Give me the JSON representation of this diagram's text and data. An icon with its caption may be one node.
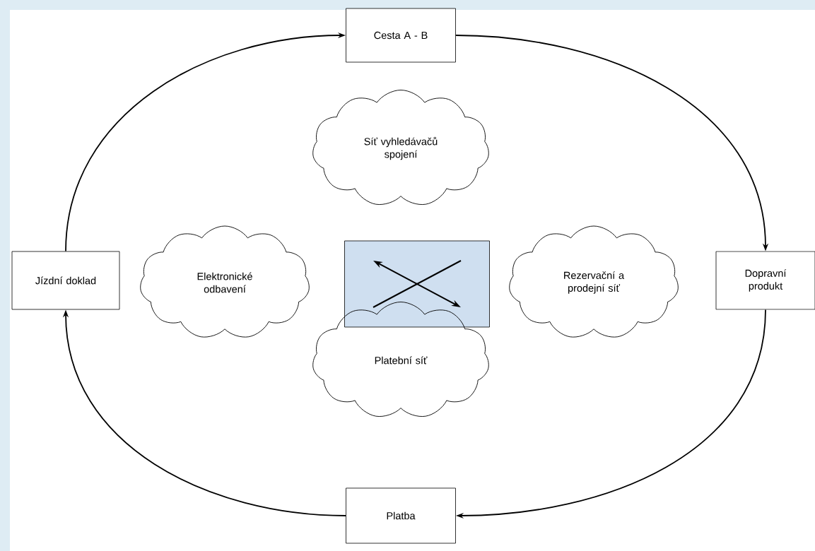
{
  "diagram": {
    "nodes": [
      {
        "text": [
          "Cesta A - B"
        ]
      },
      {
        "text": [
          "Síť vyhledávačů spojení"
        ]
      },
      {
        "text": [
          "Jízdní doklad"
        ]
      },
      {
        "text": [
          "Elektronické odbavení"
        ]
      },
      {
        "text": [],
        "shape": "box"
      },
      {
        "text": [
          "Rezervační a prodejní síť"
        ]
      },
      {
        "text": [
          "Dopravní produkt"
        ]
      },
      {
        "text": [
          "Platební síť"
        ]
      },
      {
        "text": [
          "Platba"
        ]
      }
    ],
    "edges": [
      {
        "from": 2,
        "to": 0,
        "arrow": "to"
      },
      {
        "from": 0,
        "to": 6,
        "arrow": "to"
      },
      {
        "from": 6,
        "to": 8,
        "arrow": "to"
      },
      {
        "from": 8,
        "to": 2,
        "arrow": "to"
      }
    ]
  }
}
